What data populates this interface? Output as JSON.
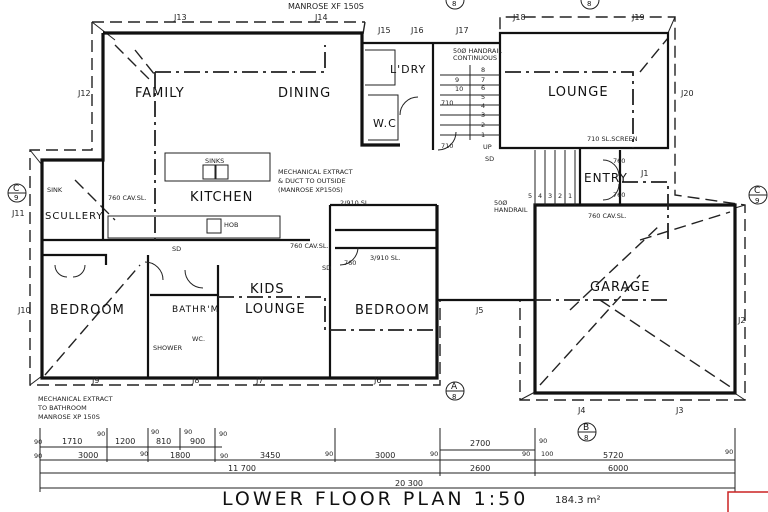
{
  "title": "LOWER FLOOR PLAN 1:50",
  "area": "184.3 m²",
  "rooms": [
    "FAMILY",
    "DINING",
    "KITCHEN",
    "SCULLERY",
    "L'DRY",
    "W.C",
    "LOUNGE",
    "ENTRY",
    "GARAGE",
    "BEDROOM",
    "BATHR'M",
    "KIDS",
    "LOUNGE",
    "BEDROOM"
  ],
  "joinery": [
    "J1",
    "J2",
    "J3",
    "J4",
    "J5",
    "J6",
    "J7",
    "J8",
    "J9",
    "J10",
    "J11",
    "J12",
    "J13",
    "J14",
    "J15",
    "J16",
    "J17",
    "J18",
    "J19",
    "J20"
  ],
  "notes": {
    "top_note": "MANROSE XF 150S",
    "kitchen_extract": [
      "MECHANICAL EXTRACT",
      "& DUCT TO OUTSIDE",
      "(MANROSE XP150S)"
    ],
    "bath_extract": [
      "MECHANICAL EXTRACT",
      "TO BATHROOM",
      "MANROSE XP 150S"
    ],
    "handrail_cont": [
      "50Ø HANDRAIL",
      "CONTINUOUS"
    ],
    "handrail": [
      "50Ø",
      "HANDRAIL"
    ],
    "screen": "710 SL.SCREEN",
    "cav": "760 CAV.SL.",
    "sl2": "2/910 SL.",
    "sl3": "3/910 SL.",
    "sinks": "SINKS",
    "sink": "SINK",
    "hob": "HOB",
    "sd": "SD",
    "up": "UP",
    "shower": "SHOWER",
    "wc": "WC.",
    "d760": "760",
    "d710": "710",
    "stairs_upper": [
      "1",
      "2",
      "3",
      "4",
      "5",
      "6",
      "7",
      "8",
      "9",
      "10"
    ],
    "stairs_lower": [
      "5",
      "4",
      "3",
      "2",
      "1"
    ]
  },
  "sections": {
    "c": [
      "C",
      "9"
    ],
    "b": [
      "B",
      "8"
    ],
    "a": [
      "A",
      "8"
    ]
  },
  "dimensions": {
    "row1": [
      "90",
      "1710",
      "90",
      "1200",
      "90",
      "810",
      "90",
      "900",
      "90",
      "2700",
      "90"
    ],
    "row2": [
      "90",
      "3000",
      "90",
      "1800",
      "90",
      "3450",
      "90",
      "3000",
      "90",
      "90",
      "100",
      "5720",
      "90"
    ],
    "row3": [
      "11 700",
      "2600",
      "6000"
    ],
    "row4": [
      "20 300"
    ]
  }
}
